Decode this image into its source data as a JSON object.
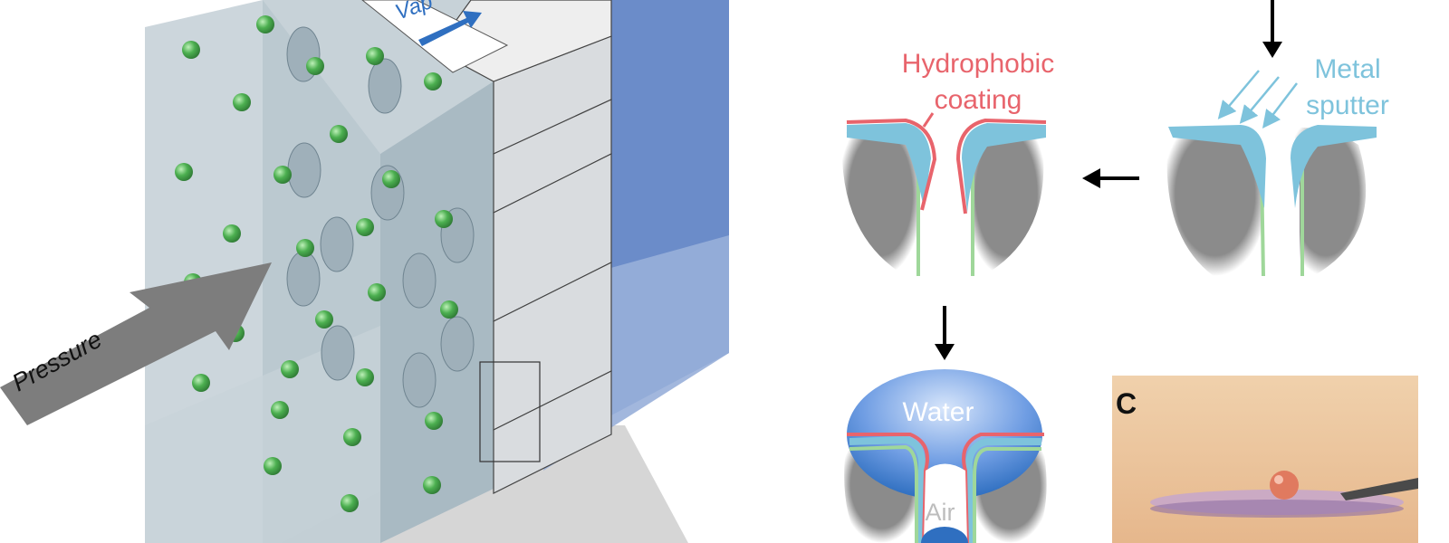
{
  "labels": {
    "vapor": "Vap",
    "pressure": "Pressure",
    "hydrophobic_coating_line1": "Hydrophobic",
    "hydrophobic_coating_line2": "coating",
    "metal_sputter_line1": "Metal",
    "metal_sputter_line2": "sputter",
    "water": "Water",
    "air": "Air",
    "panel_c": "C"
  },
  "colors": {
    "membrane_fill": "#b9c7cf",
    "membrane_face": "#dadde0",
    "water_blue": "#4a78c4",
    "nanoparticle_green": "#4caf50",
    "pressure_arrow": "#7d7d7d",
    "hydrophobic_red": "#e8646c",
    "metal_cyan": "#7ec3dc",
    "liner_green": "#9fd79a",
    "pore_wall_gray": "#8b8b8b",
    "water_label_blue": "#2f6fc0",
    "photo_bg": "#f0c7a0"
  },
  "icons": {
    "process_arrow": "arrow",
    "sputter_arrow": "arrow"
  }
}
